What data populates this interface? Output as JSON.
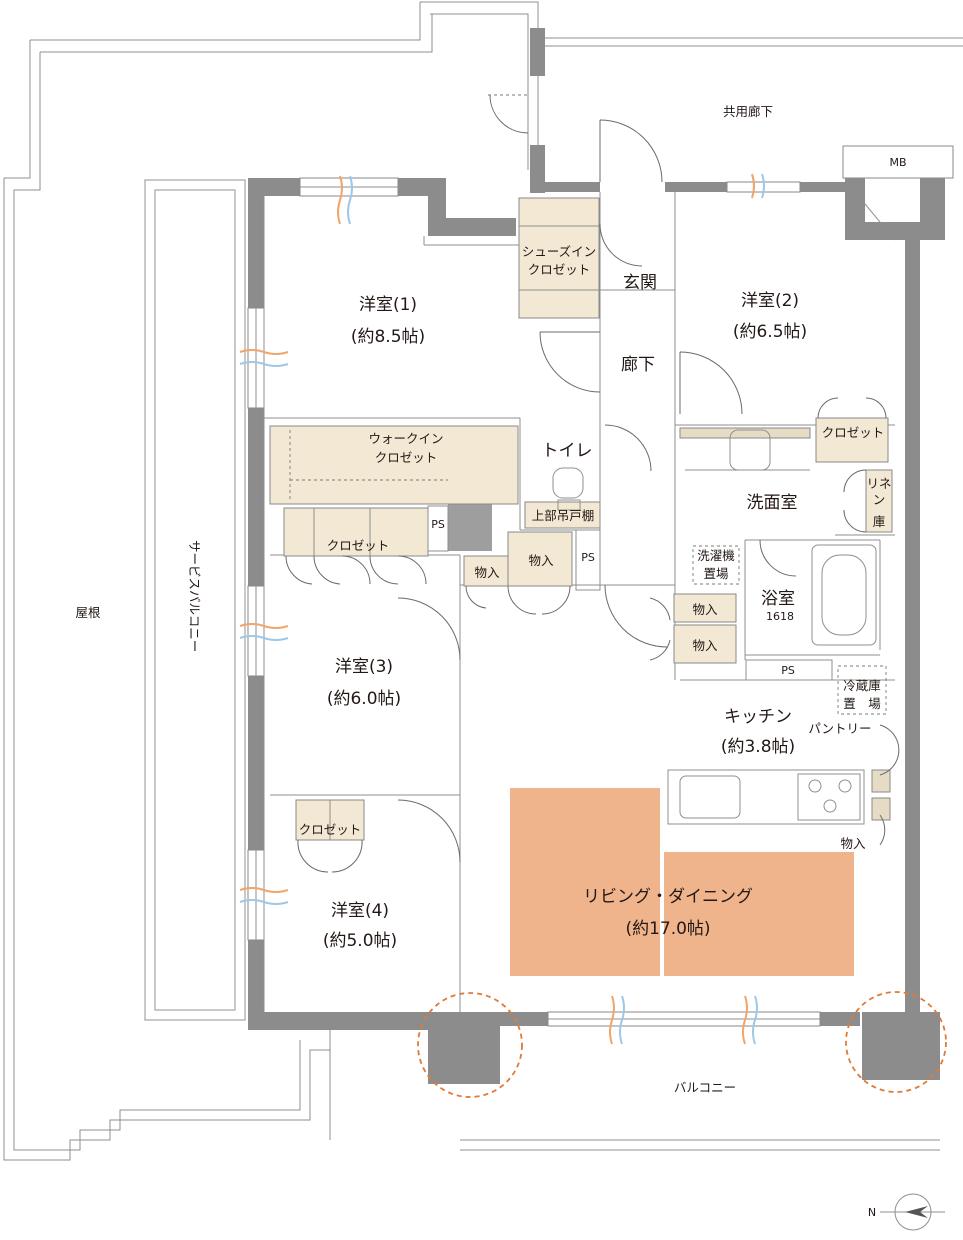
{
  "rooms": {
    "western1_name": "洋室(1)",
    "western1_size": "(約8.5帖)",
    "western2_name": "洋室(2)",
    "western2_size": "(約6.5帖)",
    "western3_name": "洋室(3)",
    "western3_size": "(約6.0帖)",
    "western4_name": "洋室(4)",
    "western4_size": "(約5.0帖)",
    "kitchen_name": "キッチン",
    "kitchen_size": "(約3.8帖)",
    "living_name": "リビング・ダイニング",
    "living_size": "(約17.0帖)",
    "toilet": "トイレ",
    "entrance": "玄関",
    "hallway": "廊下",
    "washroom": "洗面室",
    "bathroom": "浴室",
    "bathroom_size": "1618"
  },
  "storage": {
    "shoes_in_closet_1": "シューズイン",
    "shoes_in_closet_2": "クロゼット",
    "walk_in_closet_1": "ウォークイン",
    "walk_in_closet_2": "クロゼット",
    "closet_room3": "クロゼット",
    "closet_room2": "クロゼット",
    "closet_room4": "クロゼット",
    "linen_1": "リネ",
    "linen_2": "ン",
    "linen_3": "庫",
    "upper_cabinet": "上部吊戸棚",
    "storage_a": "物入",
    "storage_b": "物入",
    "storage_c": "物入",
    "storage_d": "物入",
    "storage_kitchen": "物入",
    "pantry": "パントリー",
    "laundry_1": "洗濯機",
    "laundry_2": "置場",
    "fridge_1": "冷蔵庫",
    "fridge_2": "置　場"
  },
  "outside": {
    "common_corridor": "共用廊下",
    "mb": "MB",
    "roof": "屋根",
    "service_balcony": "サービスバルコニー",
    "balcony": "バルコニー"
  },
  "ps_labels": {
    "ps1": "PS",
    "ps2": "PS",
    "ps3": "PS"
  },
  "compass": {
    "north": "N"
  },
  "colors": {
    "living": "#f0b48c",
    "closet": "#f2e8d4",
    "wall": "#8c8c8c",
    "ring": "#e07a36"
  }
}
